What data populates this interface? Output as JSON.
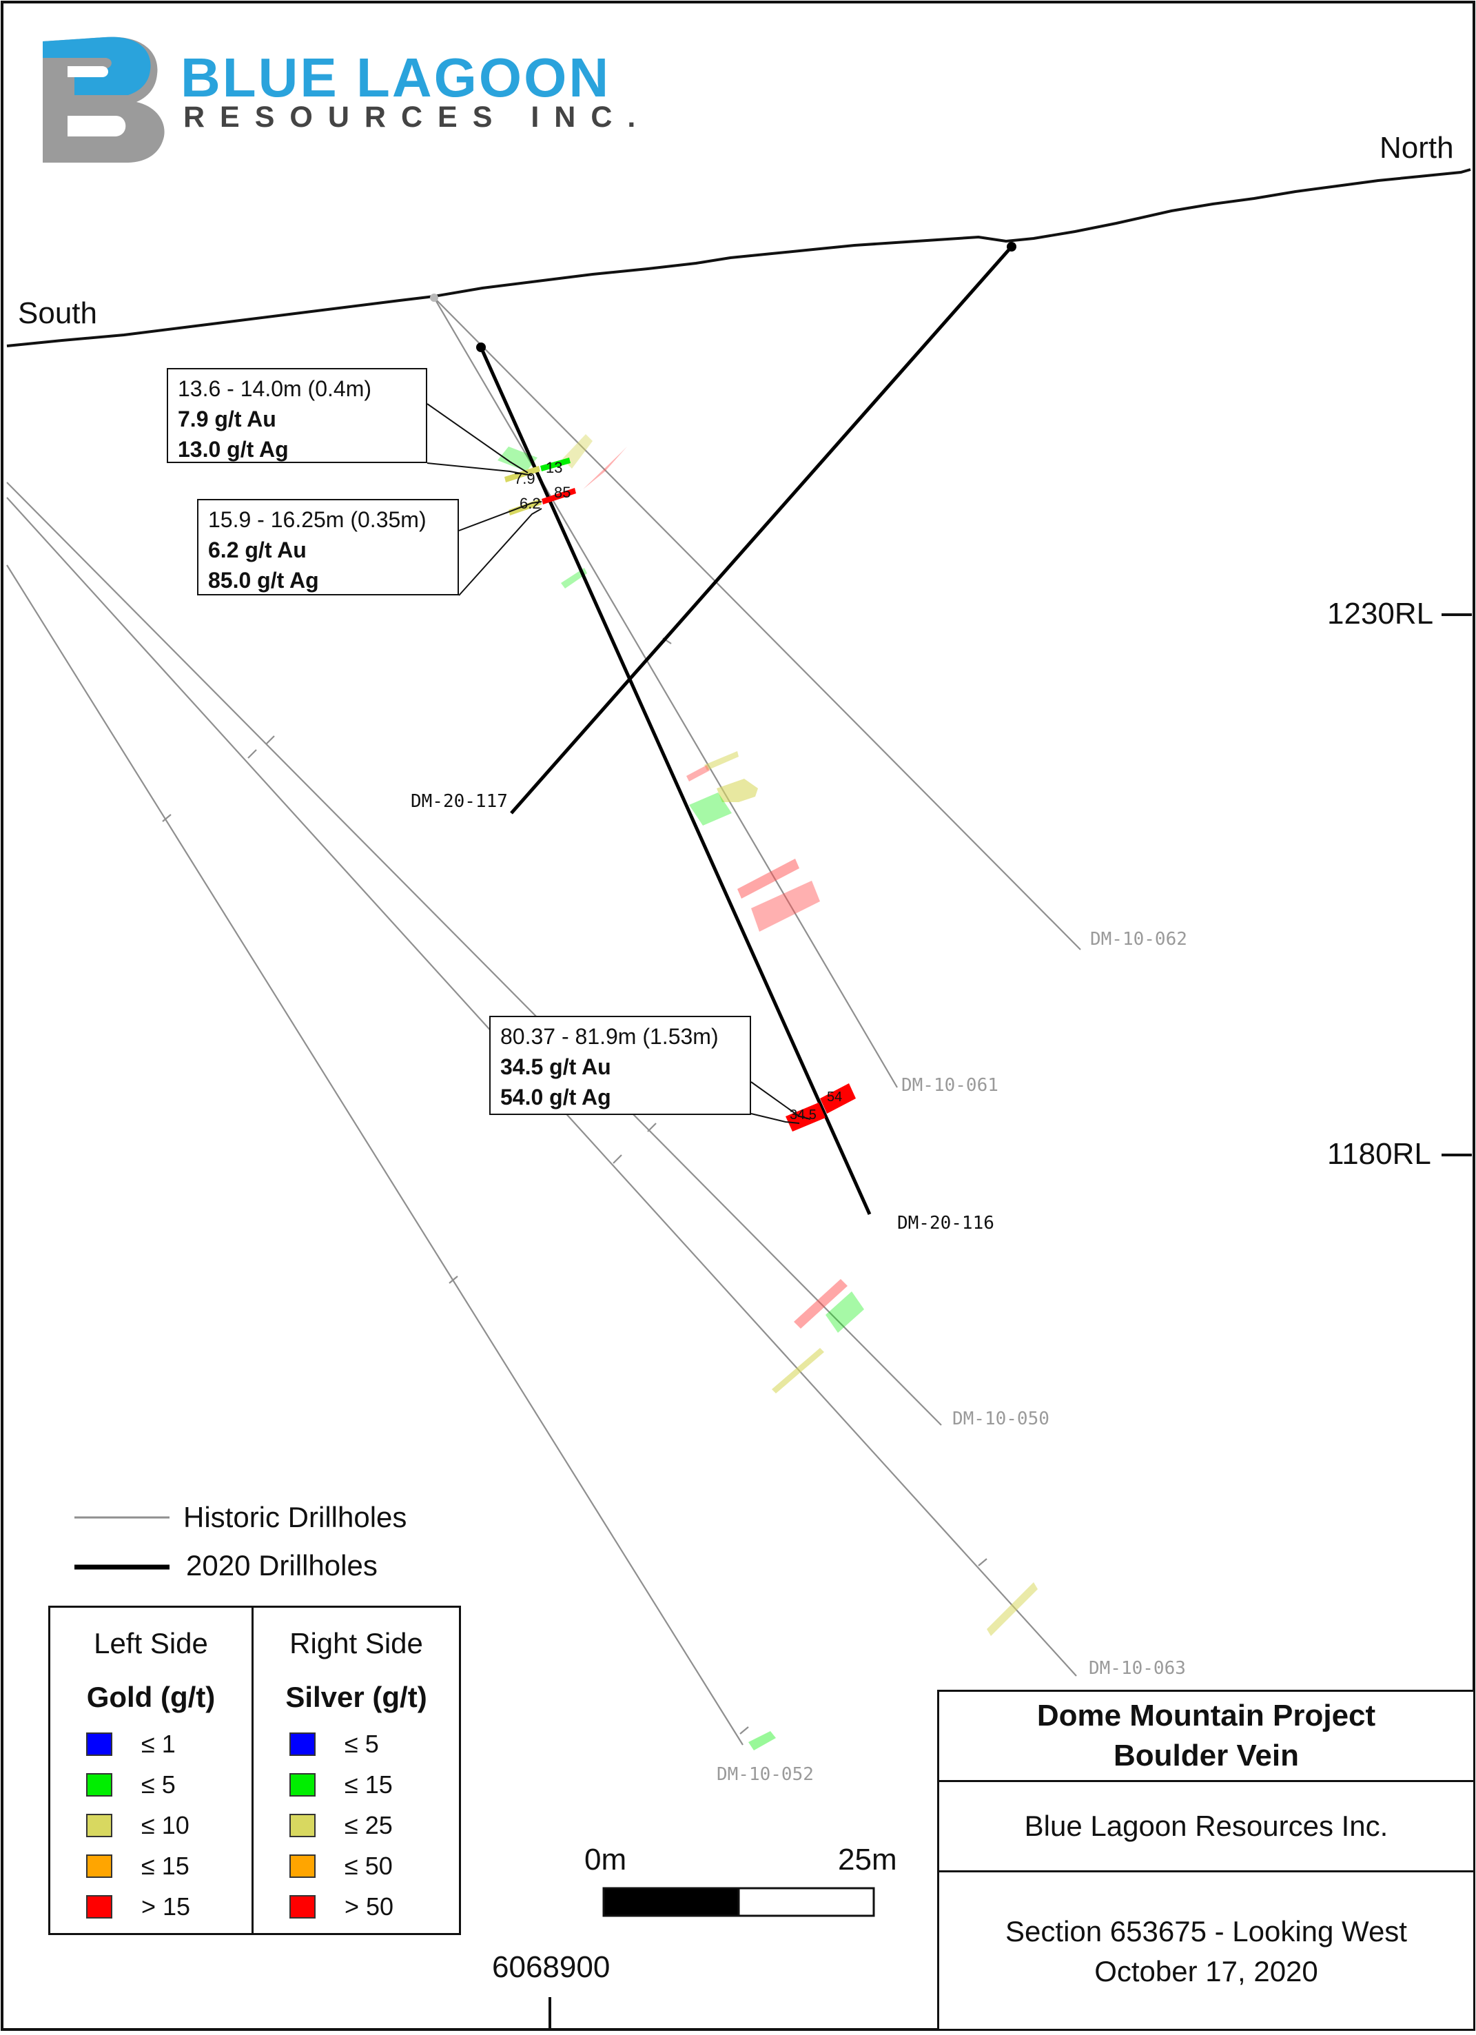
{
  "company": {
    "name_line1": "BLUE LAGOON",
    "name_line2": "RESOURCES INC.",
    "colors": {
      "logo_blue": "#2aa3dc",
      "logo_dark": "#444444"
    }
  },
  "section_labels": {
    "north": "North",
    "south": "South",
    "elevation_1230": "1230RL",
    "elevation_1180": "1180RL",
    "northing": "6068900"
  },
  "drillholes": {
    "dm_20_117": "DM-20-117",
    "dm_20_116": "DM-20-116",
    "dm_10_062": "DM-10-062",
    "dm_10_061": "DM-10-061",
    "dm_10_050": "DM-10-050",
    "dm_10_063": "DM-10-063",
    "dm_10_052": "DM-10-052"
  },
  "intercepts": [
    {
      "interval": "13.6 - 14.0m (0.4m)",
      "gold": "7.9 g/t Au",
      "silver": "13.0 g/t Ag",
      "gold_short": "7.9",
      "silver_short": "13"
    },
    {
      "interval": "15.9 - 16.25m (0.35m)",
      "gold": "6.2 g/t Au",
      "silver": "85.0 g/t Ag",
      "gold_short": "6.2",
      "silver_short": "85"
    },
    {
      "interval": "80.37 - 81.9m (1.53m)",
      "gold": "34.5 g/t Au",
      "silver": "54.0 g/t Ag",
      "gold_short": "34.5",
      "silver_short": "54"
    }
  ],
  "line_legend": {
    "historic": "Historic Drillholes",
    "current": "2020 Drillholes"
  },
  "grade_legend": {
    "left": {
      "side": "Left Side",
      "metal": "Gold (g/t)",
      "rows": [
        {
          "label": "≤ 1",
          "color": "#0000ff"
        },
        {
          "label": "≤ 5",
          "color": "#00ee00"
        },
        {
          "label": "≤ 10",
          "color": "#d8d860"
        },
        {
          "label": "≤ 15",
          "color": "#ffa500"
        },
        {
          "label": "> 15",
          "color": "#ff0000"
        }
      ]
    },
    "right": {
      "side": "Right Side",
      "metal": "Silver (g/t)",
      "rows": [
        {
          "label": "≤ 5",
          "color": "#0000ff"
        },
        {
          "label": "≤ 15",
          "color": "#00ee00"
        },
        {
          "label": "≤ 25",
          "color": "#d8d860"
        },
        {
          "label": "≤ 50",
          "color": "#ffa500"
        },
        {
          "label": "> 50",
          "color": "#ff0000"
        }
      ]
    }
  },
  "scale_bar": {
    "start": "0m",
    "end": "25m"
  },
  "title_block": {
    "project": "Dome Mountain Project",
    "vein": "Boulder Vein",
    "company": "Blue Lagoon Resources Inc.",
    "section": "Section 653675 - Looking West",
    "date": "October 17, 2020"
  }
}
